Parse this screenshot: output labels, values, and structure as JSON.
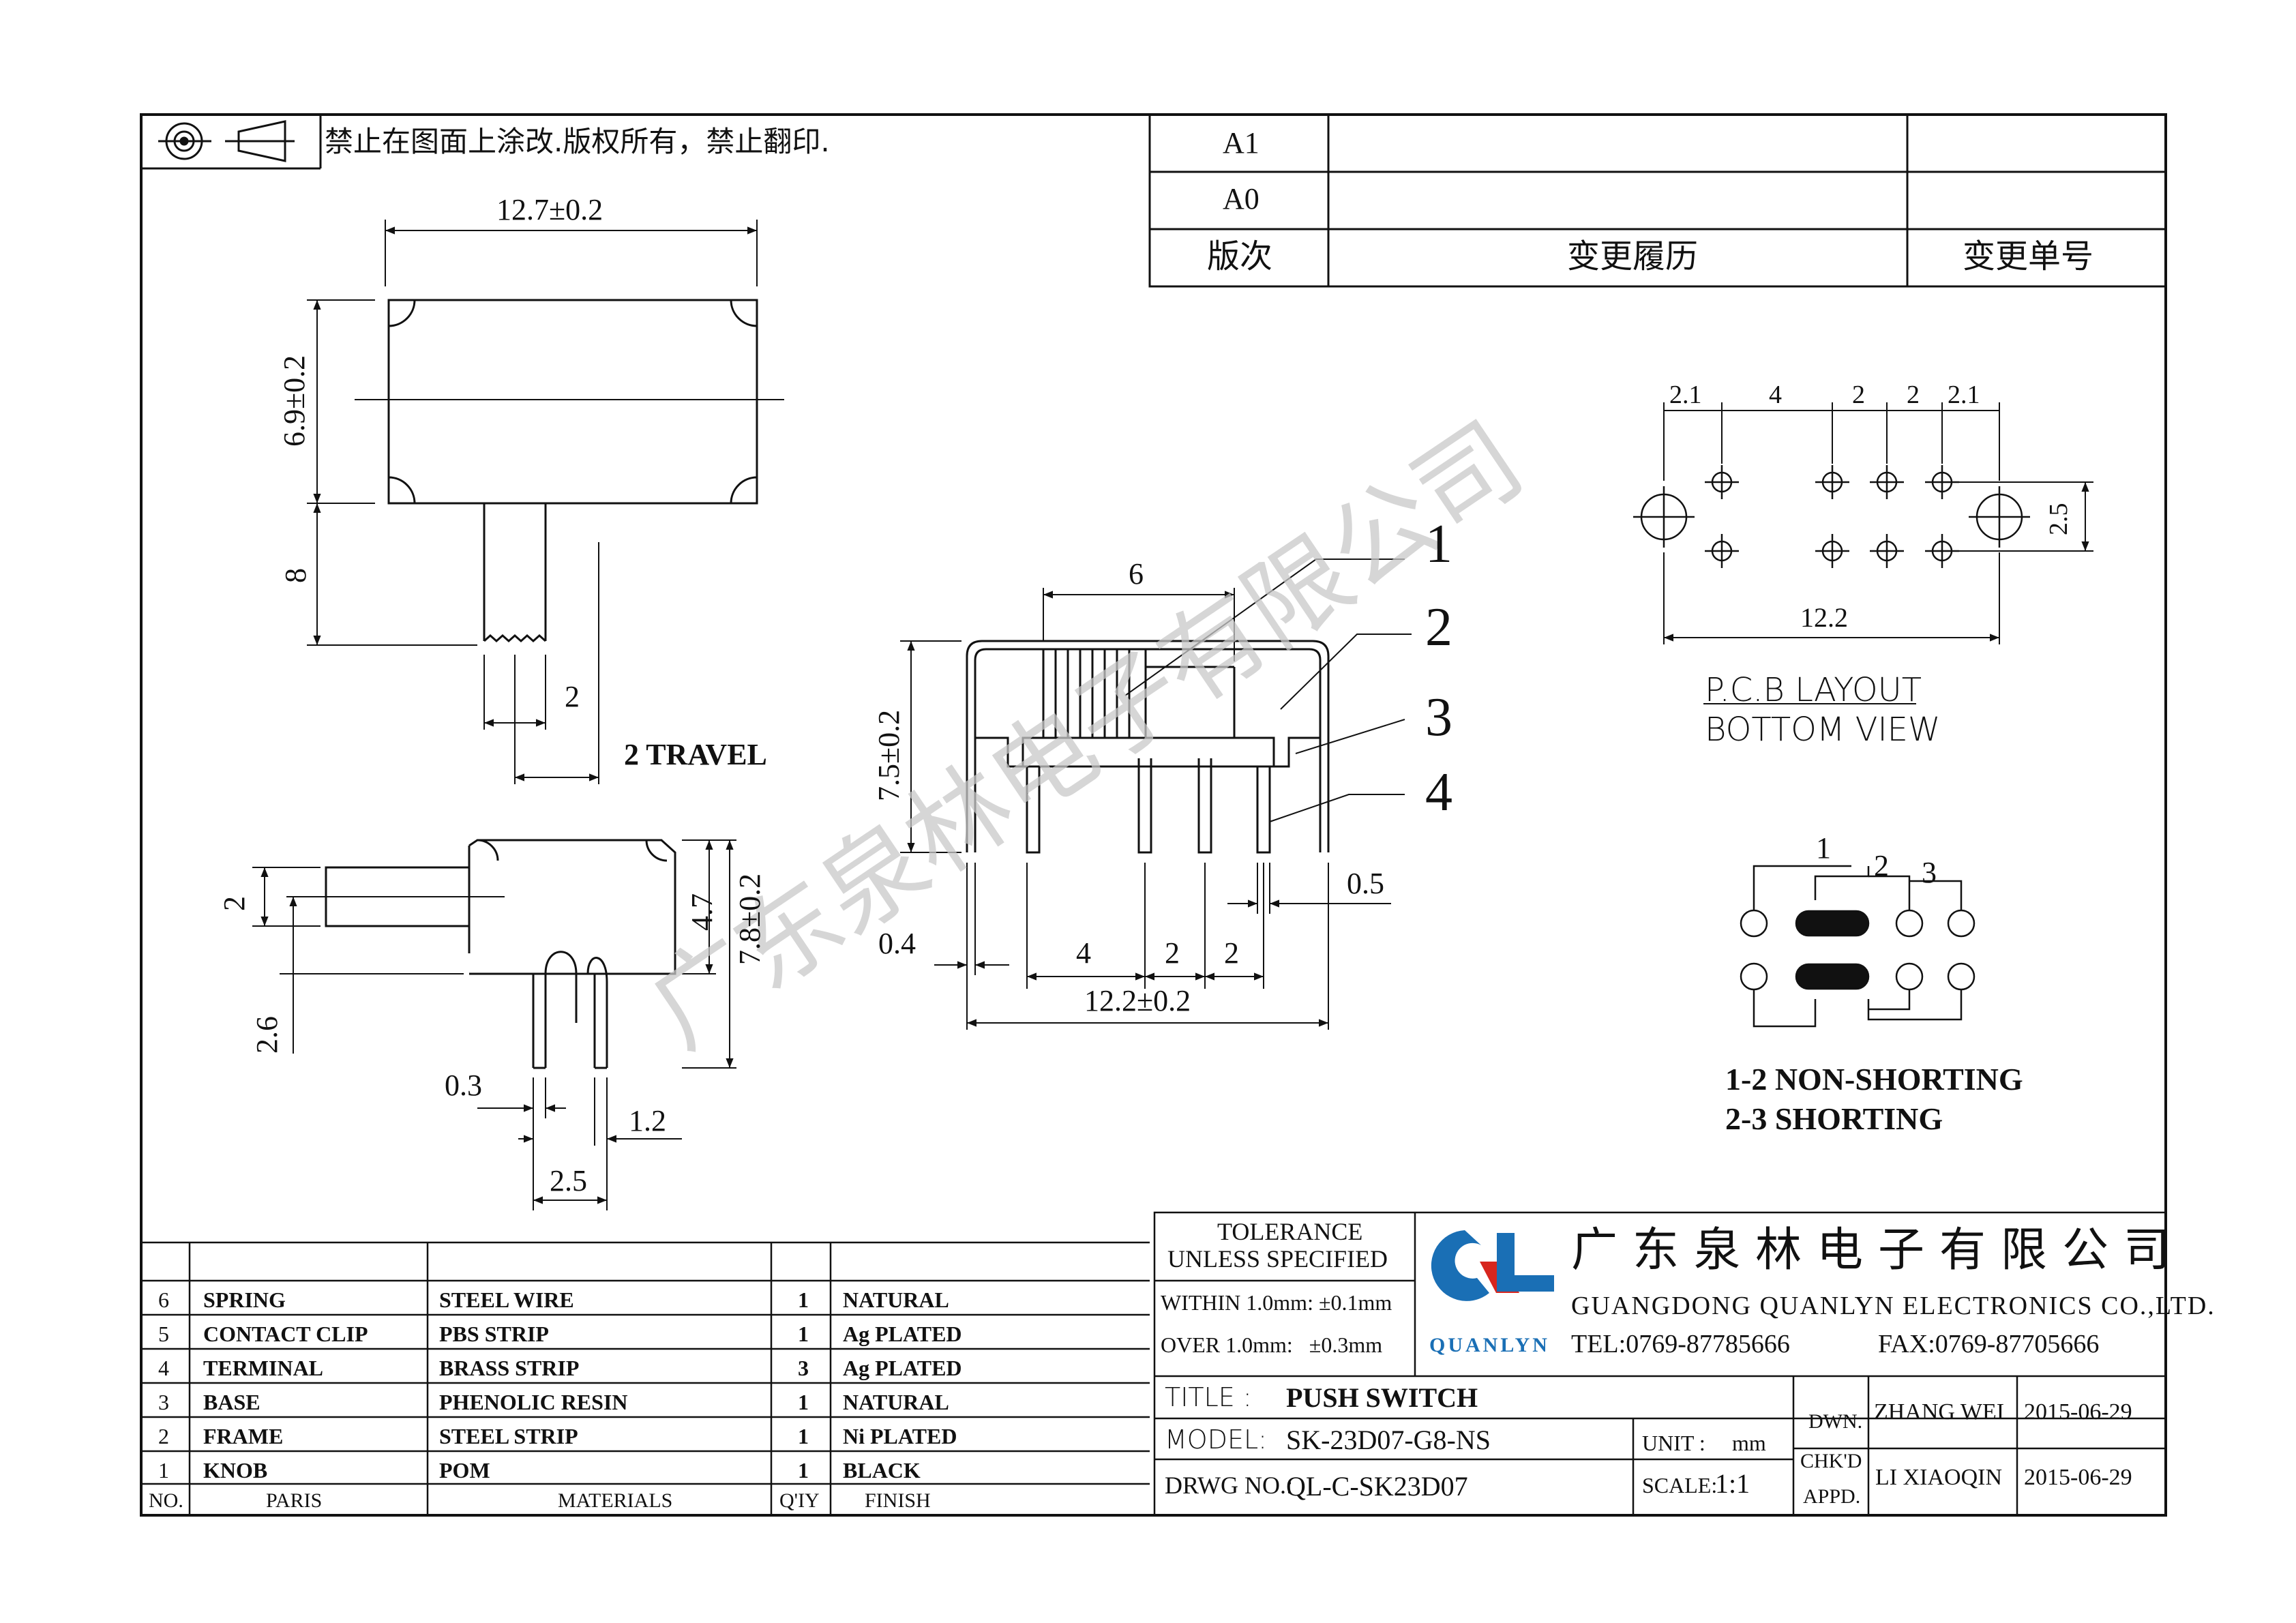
{
  "header": {
    "notice": "禁止在图面上涂改.版权所有，禁止翻印."
  },
  "revision_table": {
    "rows": [
      {
        "rev": "A1",
        "history": "",
        "number": ""
      },
      {
        "rev": "A0",
        "history": "",
        "number": ""
      }
    ],
    "header": {
      "rev": "版次",
      "history": "变更履历",
      "number": "变更单号"
    }
  },
  "top_view": {
    "width_dim": "12.7±0.2",
    "height_dim": "6.9±0.2",
    "knob_dim": "8",
    "knob_width": "2",
    "travel": "2 TRAVEL"
  },
  "side_view": {
    "knob_height": "2",
    "knob_offset": "2.6",
    "body_height_inner": "4.7",
    "body_height": "7.8±0.2",
    "pin_thickness": "0.3",
    "pin_width": "1.2",
    "pin_pitch": "2.5"
  },
  "front_view": {
    "knob_width": "6",
    "height": "7.5±0.2",
    "pin_dim": "0.4",
    "pitch_a": "4",
    "pitch_b": "2",
    "pitch_c": "2",
    "pin_width": "0.5",
    "overall_width": "12.2±0.2",
    "callouts": [
      "1",
      "2",
      "3",
      "4"
    ]
  },
  "pcb_layout": {
    "dims_top": [
      "2.1",
      "4",
      "2",
      "2",
      "2.1"
    ],
    "dim_right": "2.5",
    "dim_bottom": "12.2",
    "title_line1": "P.C.B LAYOUT",
    "title_line2": "BOTTOM VIEW"
  },
  "circuit": {
    "labels": [
      "1",
      "2",
      "3"
    ],
    "note1": "1-2 NON-SHORTING",
    "note2": "2-3 SHORTING"
  },
  "watermark": "广东泉林电子有限公司",
  "bom": {
    "columns": {
      "no": "NO.",
      "part": "PARIS",
      "material": "MATERIALS",
      "qty": "Q'IY",
      "finish": "FINISH"
    },
    "rows": [
      {
        "no": "6",
        "part": "SPRING",
        "material": "STEEL WIRE",
        "qty": "1",
        "finish": "NATURAL"
      },
      {
        "no": "5",
        "part": "CONTACT CLIP",
        "material": "PBS STRIP",
        "qty": "1",
        "finish": "Ag PLATED"
      },
      {
        "no": "4",
        "part": "TERMINAL",
        "material": "BRASS STRIP",
        "qty": "3",
        "finish": "Ag PLATED"
      },
      {
        "no": "3",
        "part": "BASE",
        "material": "PHENOLIC RESIN",
        "qty": "1",
        "finish": "NATURAL"
      },
      {
        "no": "2",
        "part": "FRAME",
        "material": "STEEL STRIP",
        "qty": "1",
        "finish": "Ni PLATED"
      },
      {
        "no": "1",
        "part": "KNOB",
        "material": "POM",
        "qty": "1",
        "finish": "BLACK"
      }
    ]
  },
  "title_block": {
    "tolerance_title1": "TOLERANCE",
    "tolerance_title2": "UNLESS SPECIFIED",
    "tol_within": "WITHIN 1.0mm: ±0.1mm",
    "tol_over": "OVER 1.0mm:   ±0.3mm",
    "company_cn": "广东泉林电子有限公司",
    "company_en": "GUANGDONG QUANLYN ELECTRONICS CO.,LTD.",
    "tel": "TEL:0769-87785666",
    "fax": "FAX:0769-87705666",
    "logo_text": "QUANLYN",
    "title_label": "TITLE :",
    "title_value": "PUSH SWITCH",
    "model_label": "MODEL:",
    "model_value": "SK-23D07-G8-NS",
    "unit_label": "UNIT :",
    "unit_value": "mm",
    "scale_label": "SCALE:",
    "scale_value": "1:1",
    "drwg_label": "DRWG NO.:",
    "drwg_value": "QL-C-SK23D07",
    "dwn_label": "DWN.",
    "chk_label": "CHK'D",
    "appd_label": "APPD.",
    "drawn_by": "ZHANG WEI",
    "checked_by": "LI XIAOQIN",
    "date1": "2015-06-29",
    "date2": "2015-06-29"
  },
  "colors": {
    "ink": "#111111",
    "logo_blue": "#1a6fb5",
    "logo_red": "#d7261e",
    "watermark": "#c8c8c8"
  }
}
